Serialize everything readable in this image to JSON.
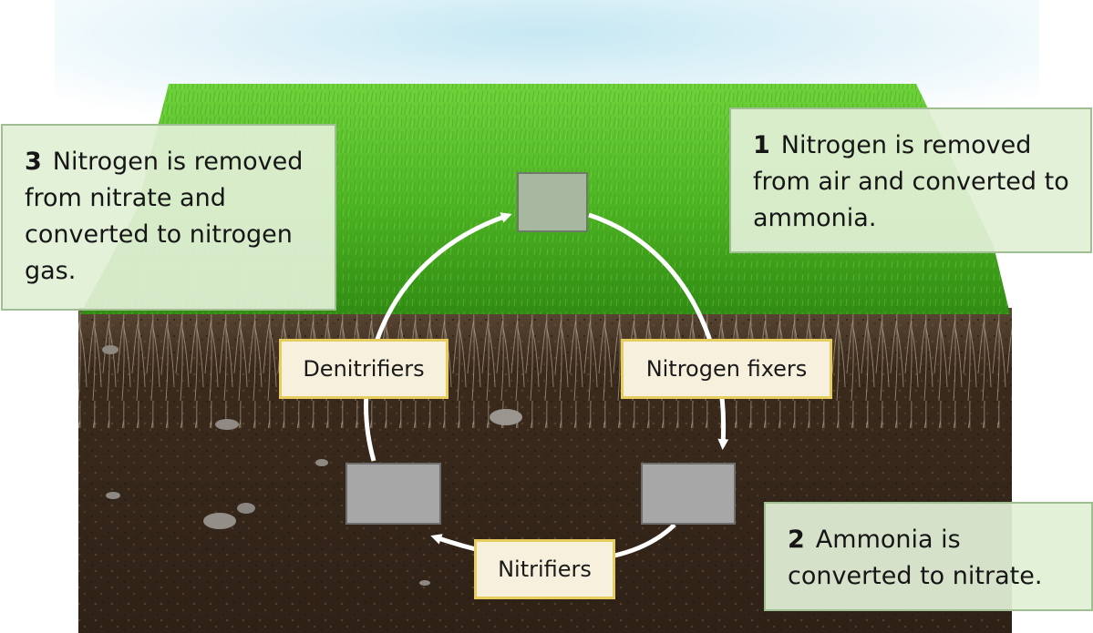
{
  "steps": [
    {
      "num": "1",
      "text": "Nitrogen is removed from air and converted to ammonia."
    },
    {
      "num": "2",
      "text": "Ammonia is converted to nitrate."
    },
    {
      "num": "3",
      "text": "Nitrogen is removed from nitrate and converted to nitrogen gas."
    }
  ],
  "organisms": {
    "fixers": "Nitrogen fixers",
    "nitrifiers": "Nitrifiers",
    "denitrifiers": "Denitrifiers"
  },
  "colors": {
    "sky": "#cfeaf2",
    "grass": "#5fc42a",
    "grass_dark": "#2f8a12",
    "soil": "#3a2a1c",
    "box_fill": "#e2f0d6",
    "label_border": "#e7cd5e",
    "arrow": "#ffffff"
  }
}
